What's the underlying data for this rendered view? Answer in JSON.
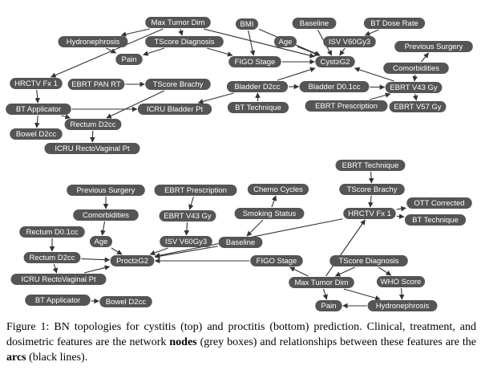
{
  "graphs": [
    {
      "id": "cystitis",
      "nodes": [
        {
          "id": "max_tumor",
          "label": "Max Tumor Dim"
        },
        {
          "id": "bmi",
          "label": "BMI"
        },
        {
          "id": "baseline",
          "label": "Baseline"
        },
        {
          "id": "bt_dose",
          "label": "BT Dose Rate"
        },
        {
          "id": "hydro",
          "label": "Hydronephrosis"
        },
        {
          "id": "tscore_diag",
          "label": "TScore Diagnosis"
        },
        {
          "id": "age",
          "label": "Age"
        },
        {
          "id": "isv",
          "label": "ISV V60Gy3"
        },
        {
          "id": "prev_surg",
          "label": "Previous Surgery"
        },
        {
          "id": "pain",
          "label": "Pain"
        },
        {
          "id": "figo",
          "label": "FIGO Stage"
        },
        {
          "id": "cyst",
          "label": "Cyst≥G2"
        },
        {
          "id": "comorb",
          "label": "Comorbidities"
        },
        {
          "id": "hrctv",
          "label": "HRCTV Fx 1"
        },
        {
          "id": "ebrt_pan",
          "label": "EBRT PAN RT"
        },
        {
          "id": "tscore_brachy",
          "label": "TScore Brachy"
        },
        {
          "id": "bladder_d2",
          "label": "Bladder D2cc"
        },
        {
          "id": "bladder_d01",
          "label": "Bladder D0.1cc"
        },
        {
          "id": "ebrt_v43",
          "label": "EBRT V43 Gy"
        },
        {
          "id": "bt_app",
          "label": "BT Applicator"
        },
        {
          "id": "icru_bladder",
          "label": "ICRU Bladder Pt"
        },
        {
          "id": "bt_tech",
          "label": "BT Technique"
        },
        {
          "id": "ebrt_presc",
          "label": "EBRT Prescription"
        },
        {
          "id": "ebrt_v57",
          "label": "EBRT V57 Gy"
        },
        {
          "id": "rectum_d2",
          "label": "Rectum D2cc"
        },
        {
          "id": "bowel_d2",
          "label": "Bowel D2cc"
        },
        {
          "id": "icru_rv",
          "label": "ICRU RectoVaginal Pt"
        }
      ],
      "edges": [
        [
          "max_tumor",
          "hydro"
        ],
        [
          "max_tumor",
          "tscore_diag"
        ],
        [
          "max_tumor",
          "hrctv"
        ],
        [
          "max_tumor",
          "cyst"
        ],
        [
          "bmi",
          "figo"
        ],
        [
          "bmi",
          "cyst"
        ],
        [
          "baseline",
          "cyst"
        ],
        [
          "bt_dose",
          "isv"
        ],
        [
          "hydro",
          "pain"
        ],
        [
          "tscore_diag",
          "pain"
        ],
        [
          "tscore_diag",
          "figo"
        ],
        [
          "age",
          "cyst"
        ],
        [
          "isv",
          "cyst"
        ],
        [
          "figo",
          "cyst"
        ],
        [
          "comorb",
          "prev_surg"
        ],
        [
          "hrctv",
          "bt_app"
        ],
        [
          "ebrt_pan",
          "tscore_brachy"
        ],
        [
          "tscore_brachy",
          "rectum_d2"
        ],
        [
          "bladder_d2",
          "cyst"
        ],
        [
          "bladder_d2",
          "bladder_d01"
        ],
        [
          "bladder_d2",
          "icru_bladder"
        ],
        [
          "bladder_d01",
          "ebrt_v43"
        ],
        [
          "comorb",
          "ebrt_v43"
        ],
        [
          "ebrt_v43",
          "cyst"
        ],
        [
          "ebrt_presc",
          "ebrt_v43"
        ],
        [
          "ebrt_v43",
          "ebrt_v57"
        ],
        [
          "bt_tech",
          "bladder_d2"
        ],
        [
          "bt_app",
          "icru_bladder"
        ],
        [
          "bt_app",
          "rectum_d2"
        ],
        [
          "bt_app",
          "bowel_d2"
        ],
        [
          "rectum_d2",
          "icru_rv"
        ]
      ]
    },
    {
      "id": "proctitis",
      "nodes": [
        {
          "id": "ebrt_tech",
          "label": "EBRT Technique"
        },
        {
          "id": "prev_surg",
          "label": "Previous Surgery"
        },
        {
          "id": "ebrt_presc",
          "label": "EBRT Prescription"
        },
        {
          "id": "chemo",
          "label": "Chemo Cycles"
        },
        {
          "id": "tscore_brachy",
          "label": "TScore Brachy"
        },
        {
          "id": "ott",
          "label": "OTT Corrected"
        },
        {
          "id": "comorb",
          "label": "Comorbidities"
        },
        {
          "id": "ebrt_v43",
          "label": "EBRT V43 Gy"
        },
        {
          "id": "smoking",
          "label": "Smoking Status"
        },
        {
          "id": "hrctv",
          "label": "HRCTV Fx 1"
        },
        {
          "id": "bt_tech",
          "label": "BT Technique"
        },
        {
          "id": "rectum_d01",
          "label": "Rectum D0.1cc"
        },
        {
          "id": "age",
          "label": "Age"
        },
        {
          "id": "isv",
          "label": "ISV V60Gy3"
        },
        {
          "id": "baseline",
          "label": "Baseline"
        },
        {
          "id": "rectum_d2",
          "label": "Rectum D2cc"
        },
        {
          "id": "proct",
          "label": "Proct≥G2"
        },
        {
          "id": "figo",
          "label": "FIGO Stage"
        },
        {
          "id": "tscore_diag",
          "label": "TScore Diagnosis"
        },
        {
          "id": "icru_rv",
          "label": "ICRU RectoVaginal Pt"
        },
        {
          "id": "max_tumor",
          "label": "Max Tumor Dim"
        },
        {
          "id": "who",
          "label": "WHO Score"
        },
        {
          "id": "bt_app",
          "label": "BT Applicator"
        },
        {
          "id": "bowel_d2",
          "label": "Bowel D2cc"
        },
        {
          "id": "pain",
          "label": "Pain"
        },
        {
          "id": "hydro",
          "label": "Hydronephrosis"
        }
      ],
      "edges": [
        [
          "ebrt_tech",
          "tscore_brachy"
        ],
        [
          "tscore_brachy",
          "hrctv"
        ],
        [
          "hrctv",
          "ott"
        ],
        [
          "hrctv",
          "bt_tech"
        ],
        [
          "prev_surg",
          "comorb"
        ],
        [
          "comorb",
          "age"
        ],
        [
          "age",
          "proct"
        ],
        [
          "ebrt_presc",
          "ebrt_v43"
        ],
        [
          "ebrt_v43",
          "isv"
        ],
        [
          "isv",
          "proct"
        ],
        [
          "smoking",
          "chemo"
        ],
        [
          "smoking",
          "baseline"
        ],
        [
          "baseline",
          "proct"
        ],
        [
          "rectum_d01",
          "rectum_d2"
        ],
        [
          "rectum_d2",
          "proct"
        ],
        [
          "rectum_d2",
          "icru_rv"
        ],
        [
          "icru_rv",
          "proct"
        ],
        [
          "hrctv",
          "proct"
        ],
        [
          "figo",
          "proct"
        ],
        [
          "max_tumor",
          "figo"
        ],
        [
          "max_tumor",
          "hrctv"
        ],
        [
          "max_tumor",
          "pain"
        ],
        [
          "max_tumor",
          "hydro"
        ],
        [
          "tscore_diag",
          "max_tumor"
        ],
        [
          "tscore_diag",
          "who"
        ],
        [
          "who",
          "hydro"
        ],
        [
          "hydro",
          "pain"
        ],
        [
          "bt_app",
          "bowel_d2"
        ]
      ]
    }
  ],
  "caption": {
    "prefix": "Figure 1: BN topologies for cystitis (top) and proctitis (bottom) prediction. Clinical, treatment, and dosimetric features are the network ",
    "bold1": "nodes",
    "middle": " (grey boxes) and relationships between these features are the ",
    "bold2": "arcs",
    "suffix": " (black lines)."
  }
}
